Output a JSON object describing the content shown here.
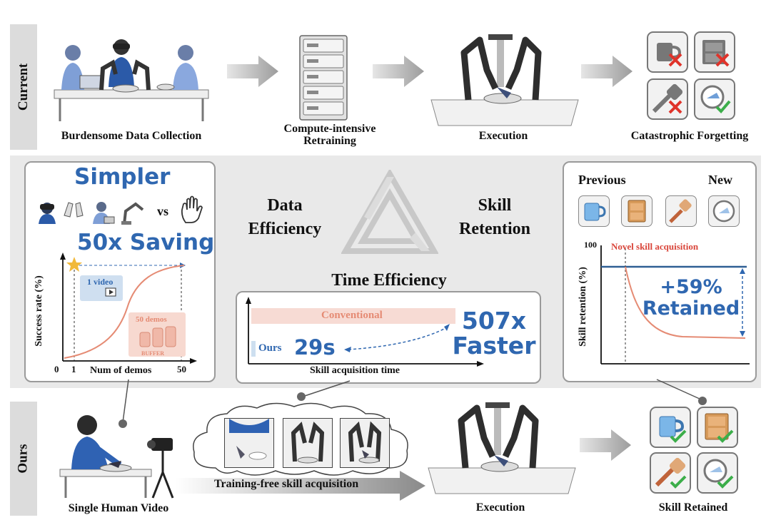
{
  "rows": {
    "current_label": "Current",
    "ours_label": "Ours"
  },
  "current": {
    "step1": "Burdensome Data Collection",
    "step2_line1": "Compute-intensive",
    "step2_line2": "Retraining",
    "step3": "Execution",
    "step4": "Catastrophic Forgetting"
  },
  "middle": {
    "data_eff_line1": "Data",
    "data_eff_line2": "Efficiency",
    "skill_ret_line1": "Skill",
    "skill_ret_line2": "Retention",
    "time_eff": "Time Efficiency"
  },
  "left_panel": {
    "headline": "Simpler",
    "vs": "vs",
    "saving": "50x Saving",
    "chart_data": {
      "type": "line",
      "xlabel": "Num of demos",
      "ylabel": "Success rate (%)",
      "x_ticks": [
        "0",
        "1",
        "50"
      ],
      "annotations": [
        "1 video",
        "50 demos",
        "BUFFER"
      ]
    }
  },
  "center_panel": {
    "conventional": "Conventional",
    "ours": "Ours",
    "ours_time": "29s",
    "speedup_line1": "507x",
    "speedup_line2": "Faster",
    "chart_data": {
      "type": "bar",
      "xlabel": "Skill acquisition time",
      "categories": [
        "Conventional",
        "Ours"
      ],
      "values": [
        14500,
        29
      ],
      "unit": "s"
    }
  },
  "right_panel": {
    "previous": "Previous",
    "new": "New",
    "chart_data": {
      "type": "line",
      "ylabel": "Skill retention (%)",
      "y_tick": "100",
      "annotation": "Novel skill acquisition",
      "retained_line1": "+59%",
      "retained_line2": "Retained"
    }
  },
  "ours_row": {
    "step1": "Single Human Video",
    "arrow_label": "Training-free skill acquisition",
    "step3": "Execution",
    "step4": "Skill Retained"
  },
  "colors": {
    "accent_blue": "#2f67b0",
    "salmon": "#e58b74",
    "red_x": "#e0332a",
    "green_check": "#3cae4a",
    "band_gray": "#e9e9e9"
  }
}
